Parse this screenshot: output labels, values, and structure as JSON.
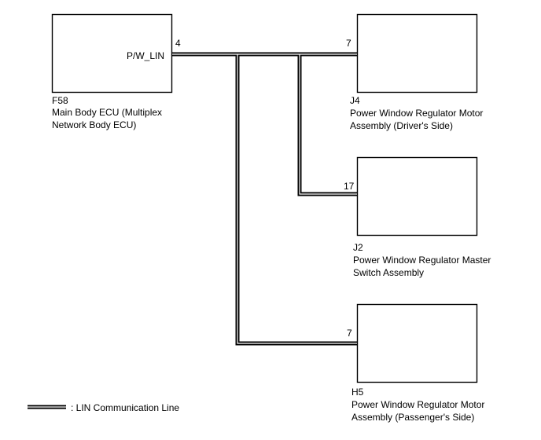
{
  "components": {
    "main_ecu": {
      "code": "F58",
      "name_line1": "Main Body ECU (Multiplex",
      "name_line2": "Network Body ECU)",
      "terminal_name": "P/W_LIN",
      "pin": "4"
    },
    "driver_motor": {
      "code": "J4",
      "name_line1": "Power Window Regulator Motor",
      "name_line2": "Assembly (Driver's Side)",
      "pin": "7"
    },
    "master_switch": {
      "code": "J2",
      "name_line1": "Power Window Regulator Master",
      "name_line2": "Switch Assembly",
      "pin": "17"
    },
    "passenger_motor": {
      "code": "H5",
      "name_line1": "Power Window Regulator Motor",
      "name_line2": "Assembly (Passenger's Side)",
      "pin": "7"
    }
  },
  "legend": {
    "text": ": LIN Communication Line"
  },
  "colors": {
    "line_outer": "#000000",
    "line_inner": "#ffffff",
    "box_stroke": "#000000"
  }
}
